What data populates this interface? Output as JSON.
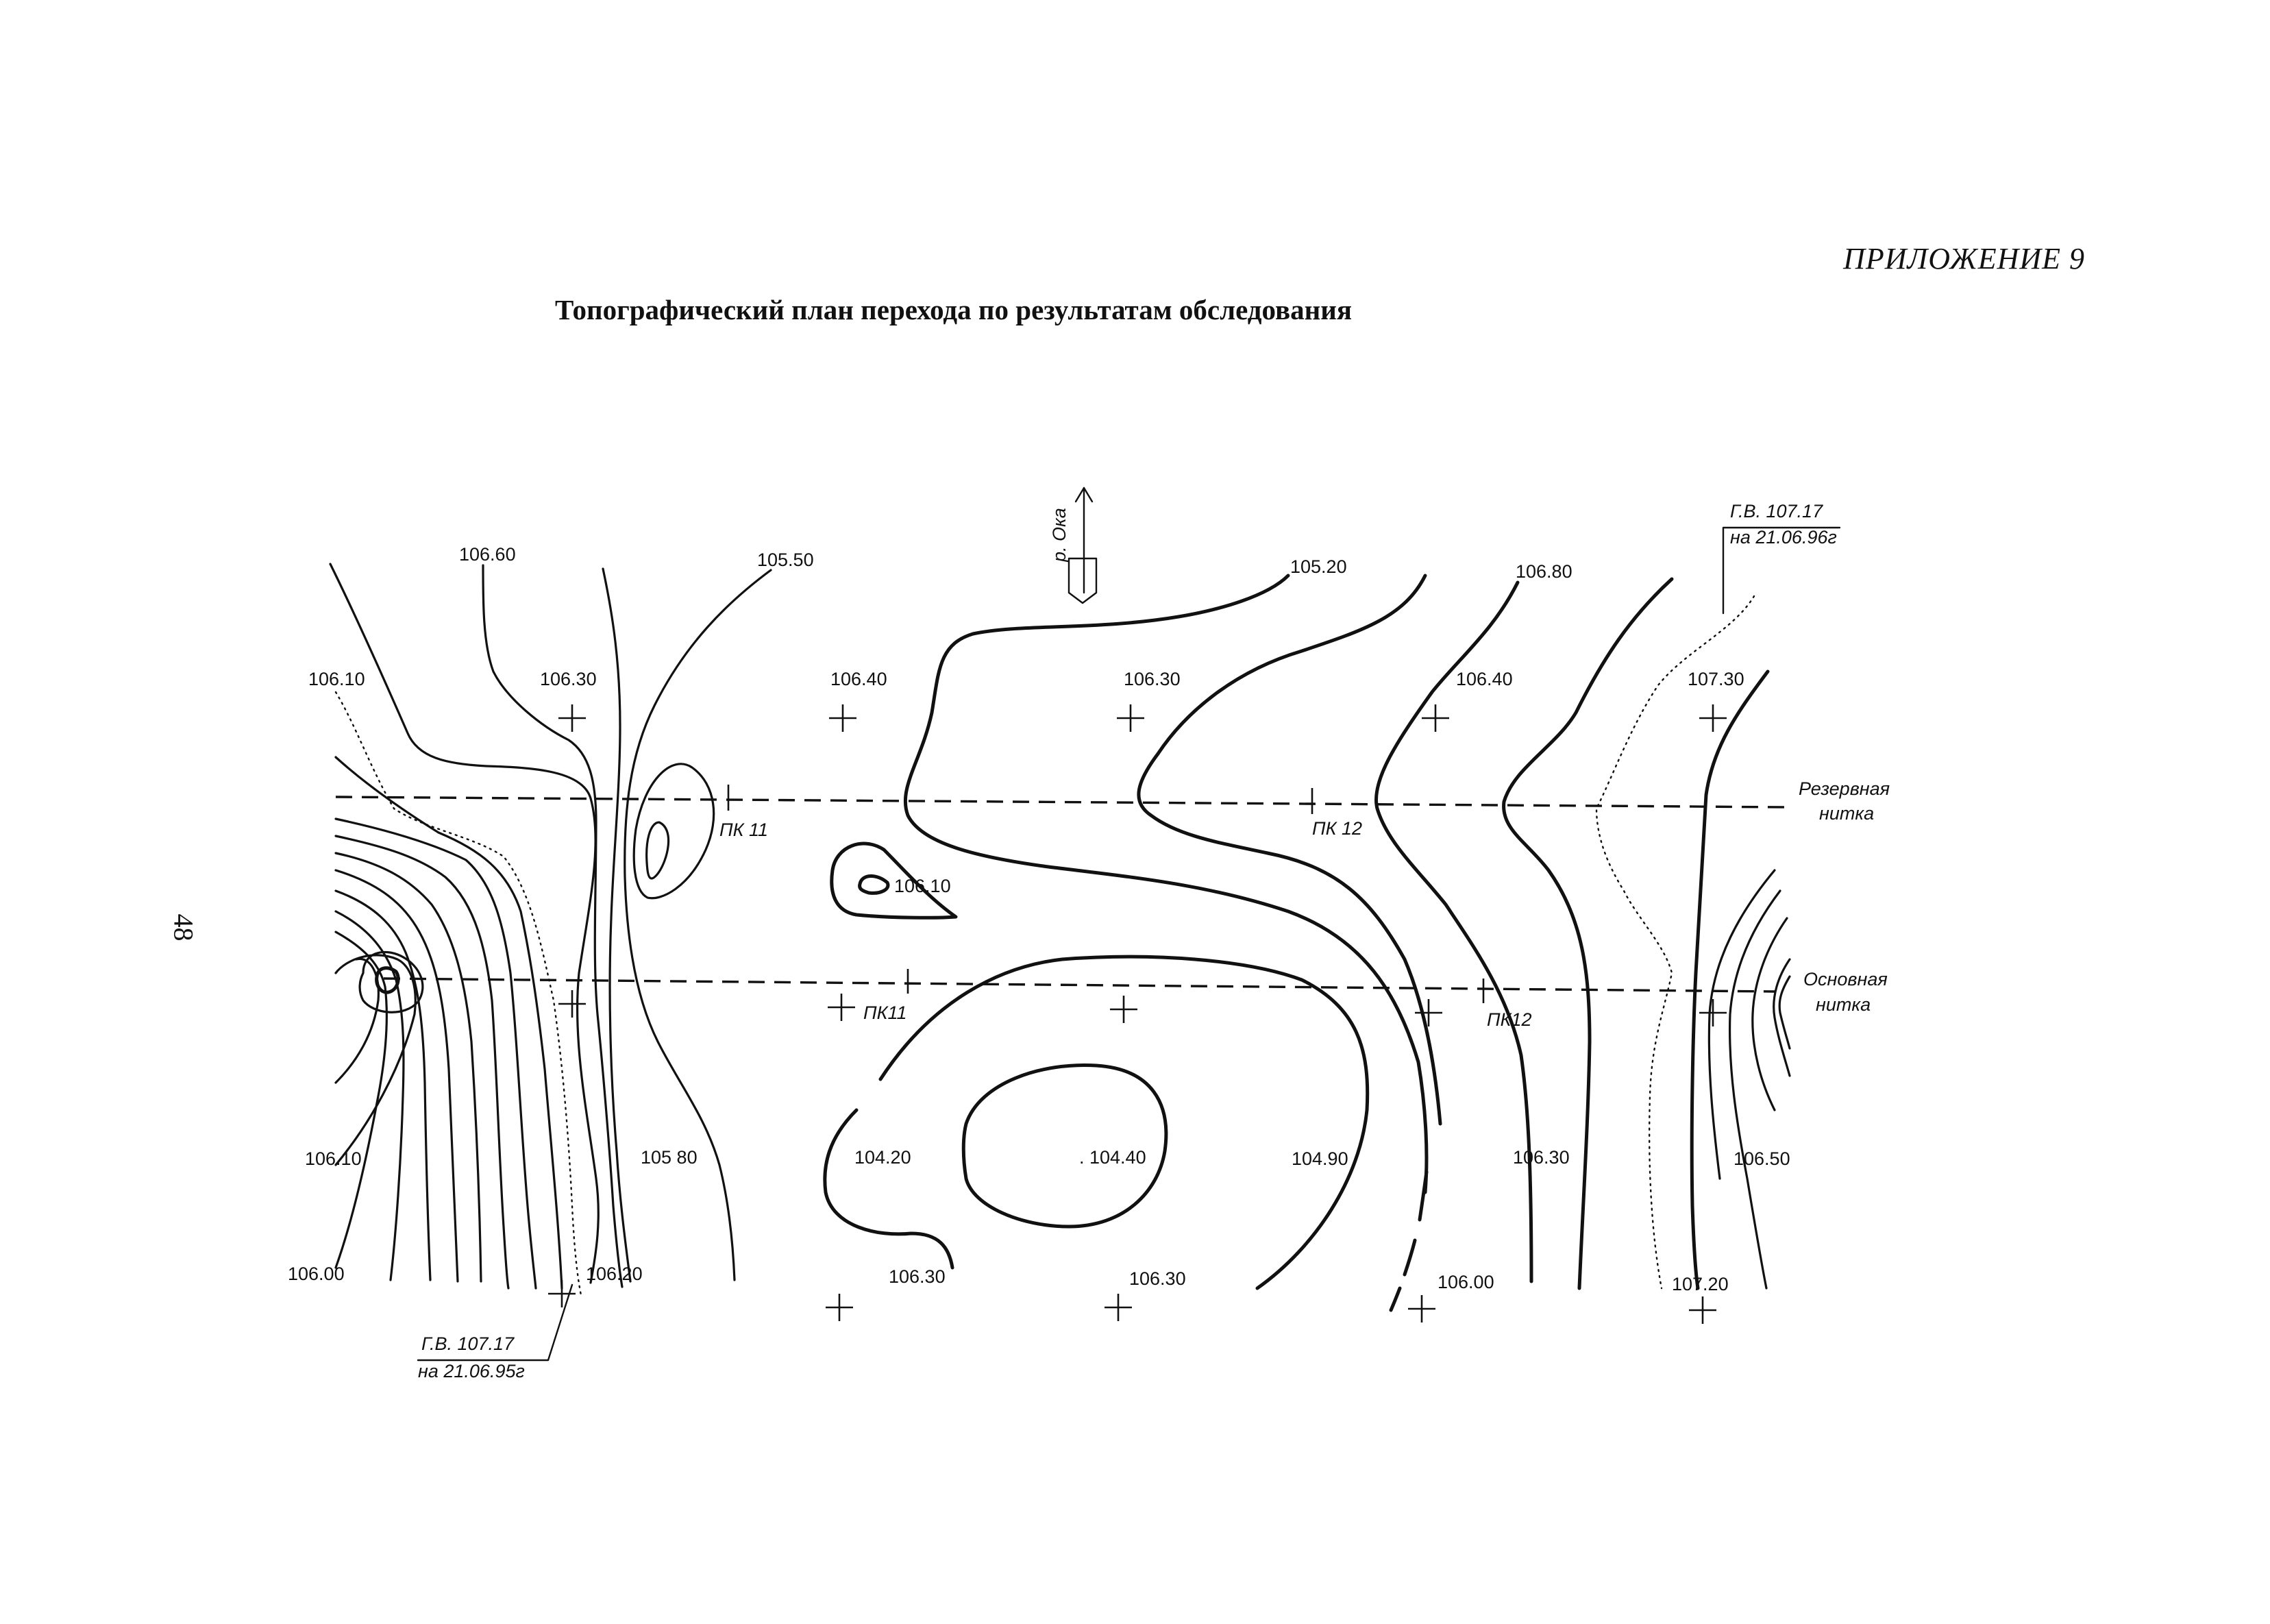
{
  "header": {
    "appendix": "ПРИЛОЖЕНИЕ 9",
    "title": "Топографический план перехода по результатам обследования",
    "page_number": "48"
  },
  "legend": {
    "river": "р. Ока",
    "reserve_line": [
      "Резервная",
      "нитка"
    ],
    "main_line": [
      "Основная",
      "нитка"
    ]
  },
  "water_level_notes": {
    "top_right": [
      "Г.В. 107.17",
      "на 21.06.96г"
    ],
    "bottom_left": [
      "Г.В. 107.17",
      "на 21.06.95г"
    ]
  },
  "stations": {
    "reserve_pk11": "ПК 11",
    "reserve_pk12": "ПК 12",
    "main_pk11": "ПК11",
    "main_pk12": "ПК12"
  },
  "elevations": {
    "top_106_60": "106.60",
    "top_105_50": "105.50",
    "top_105_20": "105.20",
    "top_106_80": "106.80",
    "row1_106_10": "106.10",
    "row1_106_30_a": "106.30",
    "row1_106_40_a": "106.40",
    "row1_106_30_b": "106.30",
    "row1_106_40_b": "106.40",
    "row1_107_30": "107.30",
    "mid_106_10": "106.10",
    "row3_106_10": "106.10",
    "row3_105_80": "105 80",
    "row3_104_20": "104.20",
    "row3_104_40": ". 104.40",
    "row3_104_90": "104.90",
    "row3_106_30": "106.30",
    "row3_106_50": "106.50",
    "bot_106_00_a": "106.00",
    "bot_106_20": "106.20",
    "bot_106_30_a": "106.30",
    "bot_106_30_b": "106.30",
    "bot_106_00_b": "106.00",
    "bot_107_20": "107.20"
  },
  "colors": {
    "ink": "#111111",
    "paper": "#ffffff"
  }
}
